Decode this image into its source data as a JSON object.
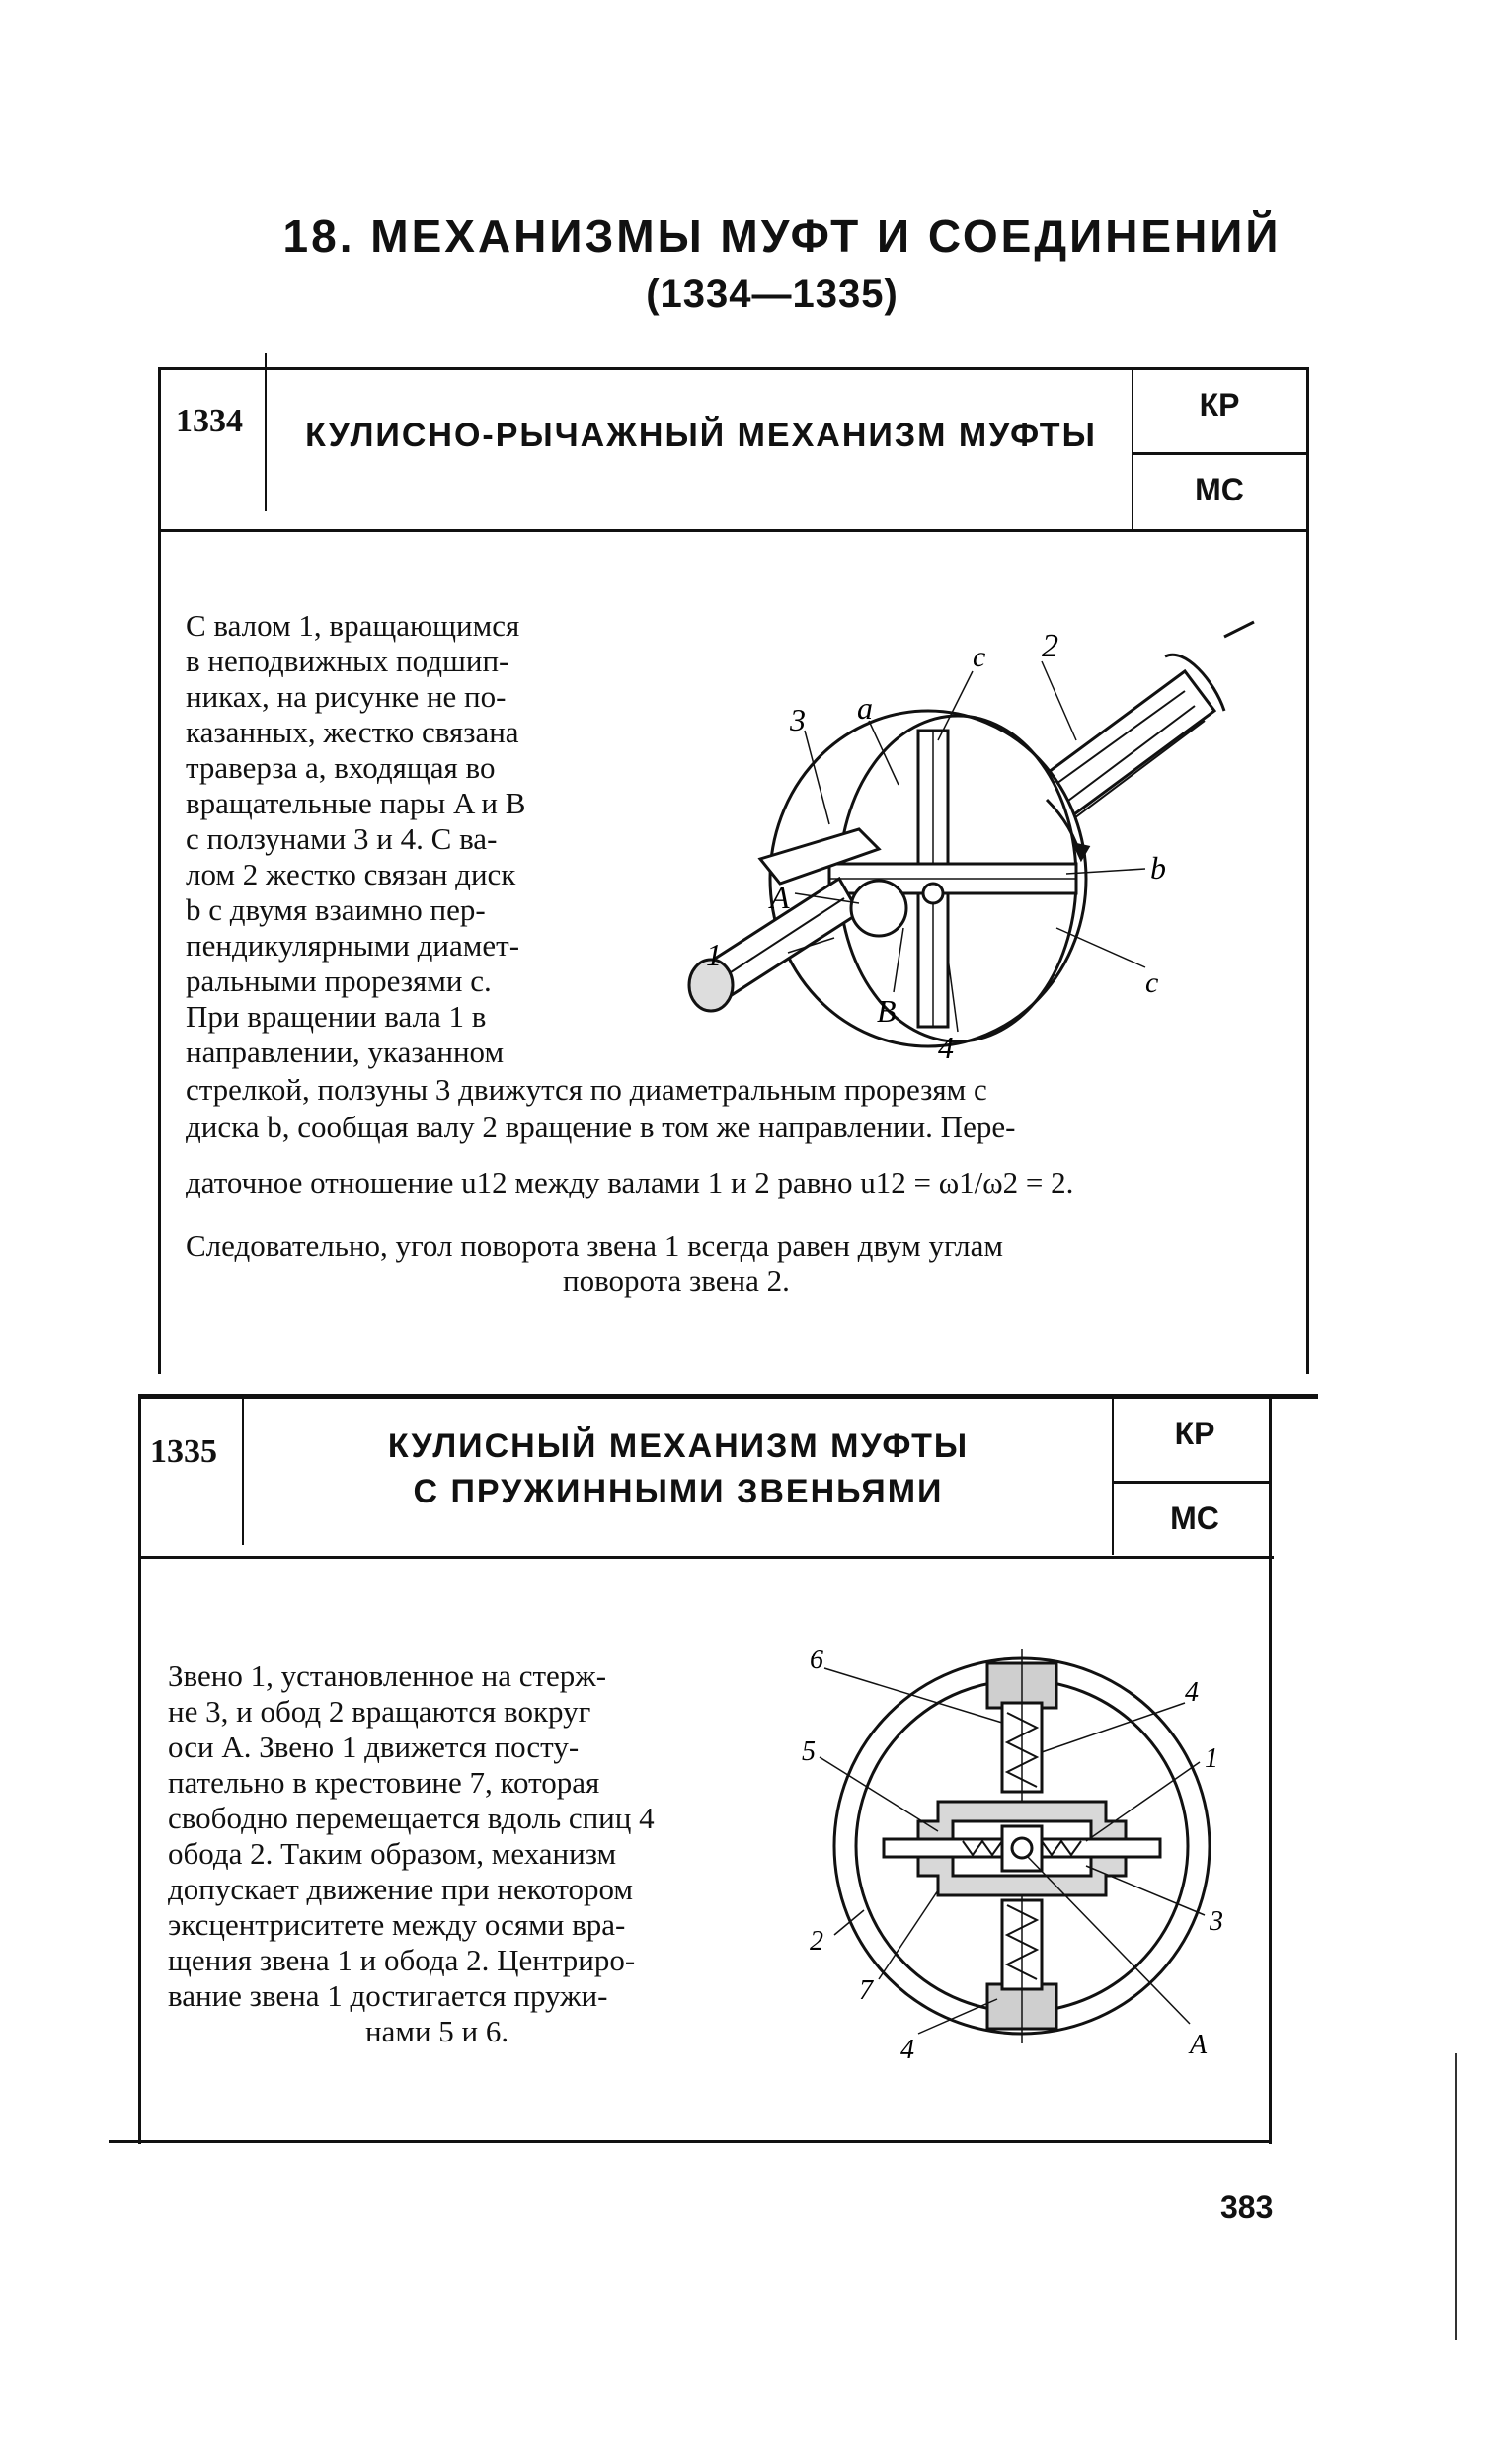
{
  "chapter": {
    "title": "18. МЕХАНИЗМЫ МУФТ И СОЕДИНЕНИЙ",
    "range": "(1334—1335)"
  },
  "sections": [
    {
      "number": "1334",
      "title_lines": [
        "КУЛИСНО-РЫЧАЖНЫЙ МЕХАНИЗМ МУФТЫ"
      ],
      "tag_top": "КР",
      "tag_bottom": "МС",
      "text_lines": [
        "С валом 1, вращающимся",
        "в неподвижных подшип-",
        "никах, на рисунке не по-",
        "казанных, жестко связана",
        "траверза a, входящая во",
        "вращательные пары A и B",
        "с ползунами 3 и 4. С ва-",
        "лом 2 жестко связан диск",
        "b с двумя взаимно пер-",
        "пендикулярными диамет-",
        "ральными прорезями c.",
        "При вращении вала 1 в",
        "направлении, указанном",
        "стрелкой, ползуны 3 движутся по диаметральным прорезям c",
        "диска b, сообщая валу 2 вращение в том же направлении. Пере-",
        "даточное отношение u12 между валами 1 и 2 равно u12 = ω1/ω2 = 2.",
        "Следовательно, угол поворота звена 1 всегда равен двум углам",
        "поворота звена 2."
      ],
      "figure_labels": [
        "2",
        "c",
        "a",
        "3",
        "b",
        "A",
        "1",
        "B",
        "4",
        "c"
      ]
    },
    {
      "number": "1335",
      "title_lines": [
        "КУЛИСНЫЙ МЕХАНИЗМ МУФТЫ",
        "С ПРУЖИННЫМИ ЗВЕНЬЯМИ"
      ],
      "tag_top": "КР",
      "tag_bottom": "МС",
      "text_lines": [
        "Звено 1, установленное на стерж-",
        "не 3, и обод 2 вращаются вокруг",
        "оси A. Звено 1 движется посту-",
        "пательно в крестовине 7, которая",
        "свободно перемещается вдоль спиц 4",
        "обода 2. Таким образом, механизм",
        "допускает движение при некотором",
        "эксцентриситете между осями вра-",
        "щения звена 1 и обода 2. Центриро-",
        "вание звена 1 достигается пружи-",
        "нами 5 и 6."
      ],
      "figure_labels": [
        "6",
        "4",
        "5",
        "1",
        "2",
        "3",
        "7",
        "4",
        "A"
      ]
    }
  ],
  "page_number": "383"
}
